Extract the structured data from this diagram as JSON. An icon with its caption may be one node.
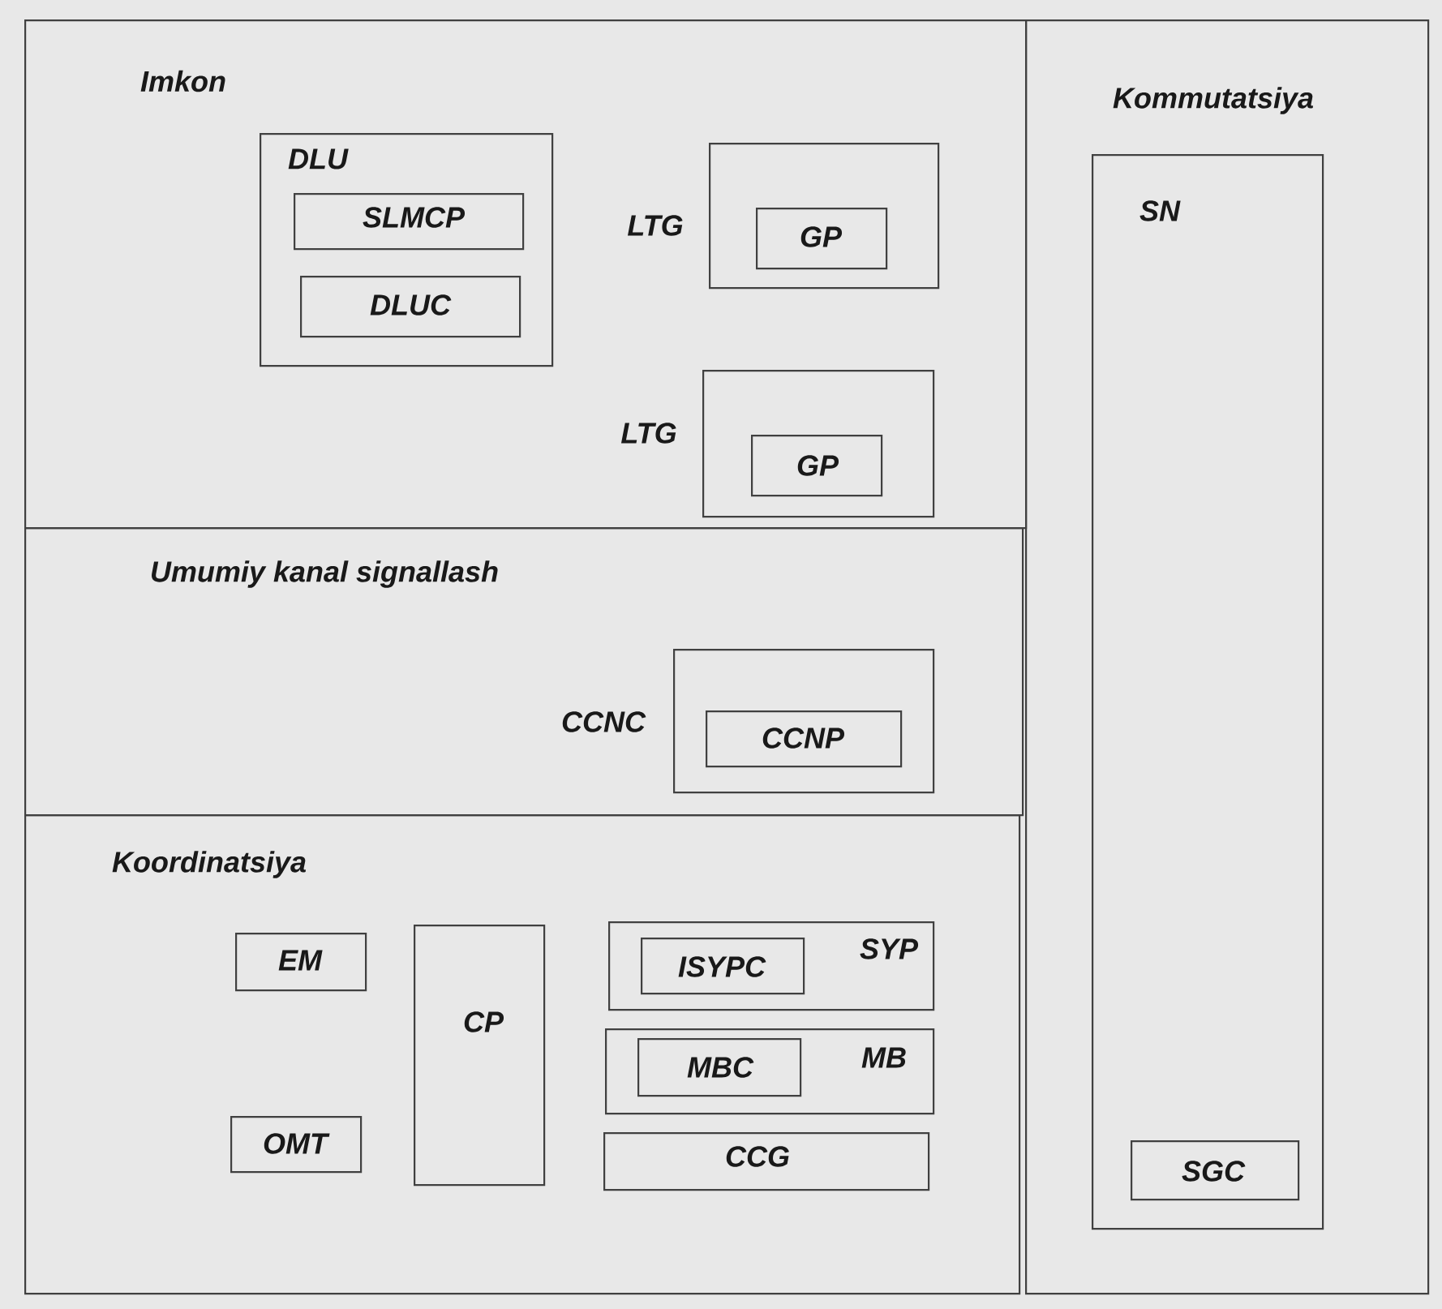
{
  "diagram": {
    "nodes": [
      {
        "text": [
          "Imkon"
        ]
      },
      {
        "text": [
          "DLU"
        ],
        "in": 0
      },
      {
        "text": [
          "SLMCP"
        ],
        "in": 1
      },
      {
        "text": [
          "DLUC"
        ],
        "in": 1
      },
      {
        "text": [
          "LTG"
        ],
        "in": 0
      },
      {
        "text": [
          "GP"
        ],
        "in": 4
      },
      {
        "text": [
          "LTG"
        ],
        "in": 0
      },
      {
        "text": [
          "GP"
        ],
        "in": 6
      },
      {
        "text": [
          "Umumiy kanal signallash"
        ]
      },
      {
        "text": [
          "CCNC"
        ],
        "in": 8
      },
      {
        "text": [
          "CCNP"
        ],
        "in": 9
      },
      {
        "text": [
          "Koordinatsiya"
        ]
      },
      {
        "text": [
          "EM"
        ],
        "in": 11
      },
      {
        "text": [
          "CP"
        ],
        "in": 11
      },
      {
        "text": [
          "OMT"
        ],
        "in": 11
      },
      {
        "text": [
          "SYP"
        ],
        "in": 11
      },
      {
        "text": [
          "ISYPC"
        ],
        "in": 15
      },
      {
        "text": [
          "MB"
        ],
        "in": 11
      },
      {
        "text": [
          "MBC"
        ],
        "in": 17
      },
      {
        "text": [
          "CCG"
        ],
        "in": 11
      },
      {
        "text": [
          "Kommutatsiya"
        ]
      },
      {
        "text": [
          "SN"
        ],
        "in": 20
      },
      {
        "text": [
          "SGC"
        ],
        "in": 21
      }
    ]
  }
}
